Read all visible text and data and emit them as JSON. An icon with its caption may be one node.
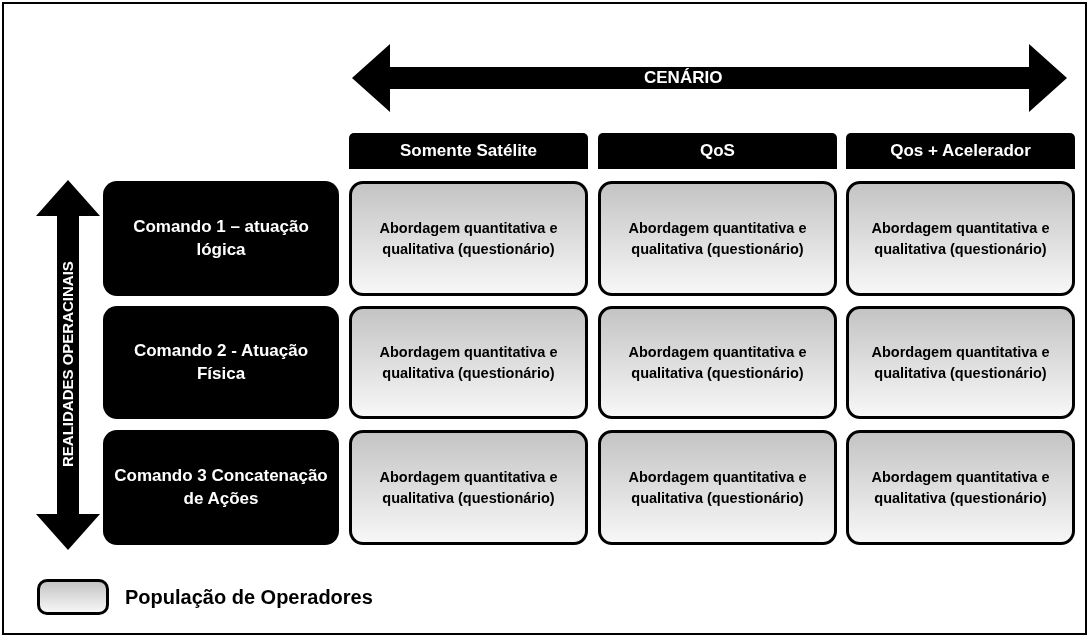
{
  "diagram": {
    "nodes": [
      {
        "text": [
          "Somente Satélite"
        ]
      },
      {
        "text": [
          "QoS"
        ]
      },
      {
        "text": [
          "Qos + Acelerador"
        ]
      },
      {
        "text": [
          "Comando 1 – atuação lógica"
        ]
      },
      {
        "text": [
          "Abordagem quantitativa e qualitativa (questionário)"
        ]
      },
      {
        "text": [
          "Abordagem quantitativa e qualitativa (questionário)"
        ]
      },
      {
        "text": [
          "Abordagem quantitativa e qualitativa (questionário)"
        ]
      },
      {
        "text": [
          "Comando 2 - Atuação Física"
        ]
      },
      {
        "text": [
          "Abordagem quantitativa e qualitativa (questionário)"
        ]
      },
      {
        "text": [
          "Abordagem quantitativa e qualitativa (questionário)"
        ]
      },
      {
        "text": [
          "Abordagem quantitativa e qualitativa (questionário)"
        ]
      },
      {
        "text": [
          "Comando 3 Concatenação de Ações"
        ]
      },
      {
        "text": [
          "Abordagem quantitativa e qualitativa (questionário)"
        ]
      },
      {
        "text": [
          "Abordagem quantitativa e qualitativa (questionário)"
        ]
      },
      {
        "text": [
          "Abordagem quantitativa e qualitativa (questionário)"
        ]
      }
    ],
    "edges": [],
    "labels": [
      "CENÁRIO",
      "REALIDADES OPERACINAIS"
    ],
    "legend": [
      {
        "text": "População de Operadores"
      }
    ]
  }
}
